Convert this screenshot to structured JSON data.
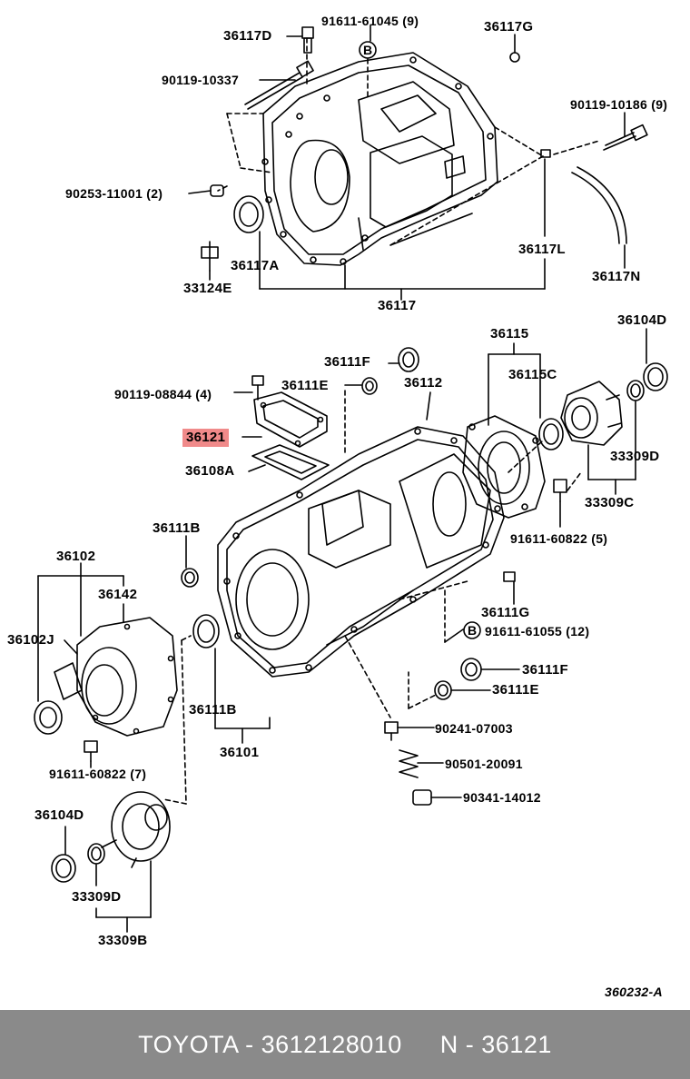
{
  "parts": {
    "p36117D": "36117D",
    "p91611_61045": "91611-61045 (9)",
    "p36117G": "36117G",
    "p90119_10337": "90119-10337",
    "p90119_10186": "90119-10186 (9)",
    "p90253_11001": "90253-11001 (2)",
    "p36117A": "36117A",
    "p36117L": "36117L",
    "p33124E": "33124E",
    "p36117N": "36117N",
    "p36117": "36117",
    "p36115": "36115",
    "p36104D_top": "36104D",
    "p36111F_top": "36111F",
    "p36115C": "36115C",
    "p90119_08844": "90119-08844 (4)",
    "p36111E_top": "36111E",
    "p36112": "36112",
    "p36121": "36121",
    "p33309D_right": "33309D",
    "p36108A": "36108A",
    "p33309C": "33309C",
    "p36111B_top": "36111B",
    "p91611_60822_right": "91611-60822 (5)",
    "p36102": "36102",
    "p36142": "36142",
    "p36111G": "36111G",
    "p36102J": "36102J",
    "p91611_61055": "91611-61055 (12)",
    "p36111F_bottom": "36111F",
    "p36111E_bottom": "36111E",
    "p36111B_bottom": "36111B",
    "p90241_07003": "90241-07003",
    "p36101": "36101",
    "p90501_20091": "90501-20091",
    "p91611_60822_left": "91611-60822 (7)",
    "p90341_14012": "90341-14012",
    "p36104D_bottom": "36104D",
    "p33309D_bottom": "33309D",
    "p33309B": "33309B",
    "diagram_code": "360232-A",
    "b_marker": "B"
  },
  "footer": {
    "brand_part": "TOYOTA - 3612128010",
    "ref": "N - 36121"
  },
  "colors": {
    "highlight": "#f08a8a",
    "footer_bg": "#8a8a8a",
    "footer_text": "#ffffff"
  }
}
